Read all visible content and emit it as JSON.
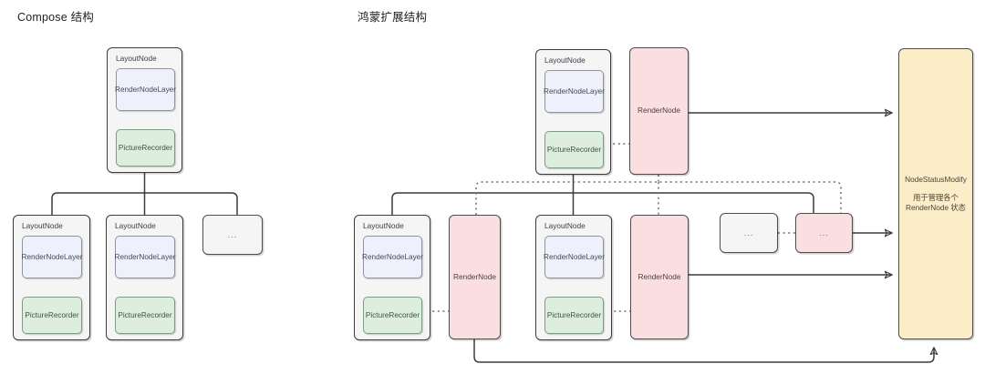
{
  "titles": {
    "left": "Compose 结构",
    "right": "鸿蒙扩展结构"
  },
  "labels": {
    "layout_node": "LayoutNode",
    "render_node_layer": "RenderNodeLayer",
    "picture_recorder": "PictureRecorder",
    "render_node": "RenderNode",
    "ellipsis": "...",
    "status_title": "NodeStatusModify",
    "status_desc_line1": "用于管理各个",
    "status_desc_line2": "RenderNode 状态"
  },
  "colors": {
    "layout_node_fill": "#f5f5f5",
    "render_node_layer_fill": "#eef1fb",
    "picture_recorder_fill": "#ddeede",
    "render_node_fill": "#fbdfe0",
    "status_fill": "#fcedc9",
    "stroke": "#4d4d4d",
    "canvas": "#ffffff"
  },
  "left_diagram": {
    "root": {
      "type": "LayoutNode",
      "children": [
        "LayoutNode",
        "LayoutNode",
        "..."
      ]
    }
  },
  "right_diagram": {
    "root": {
      "type": "LayoutNode",
      "paired_render_node": "RenderNode"
    },
    "children": [
      {
        "type": "LayoutNode",
        "paired_render_node": "RenderNode"
      },
      {
        "type": "LayoutNode",
        "paired_render_node": "RenderNode"
      },
      {
        "type": "...",
        "paired_render_node": "..."
      }
    ],
    "manager": "NodeStatusModify"
  }
}
